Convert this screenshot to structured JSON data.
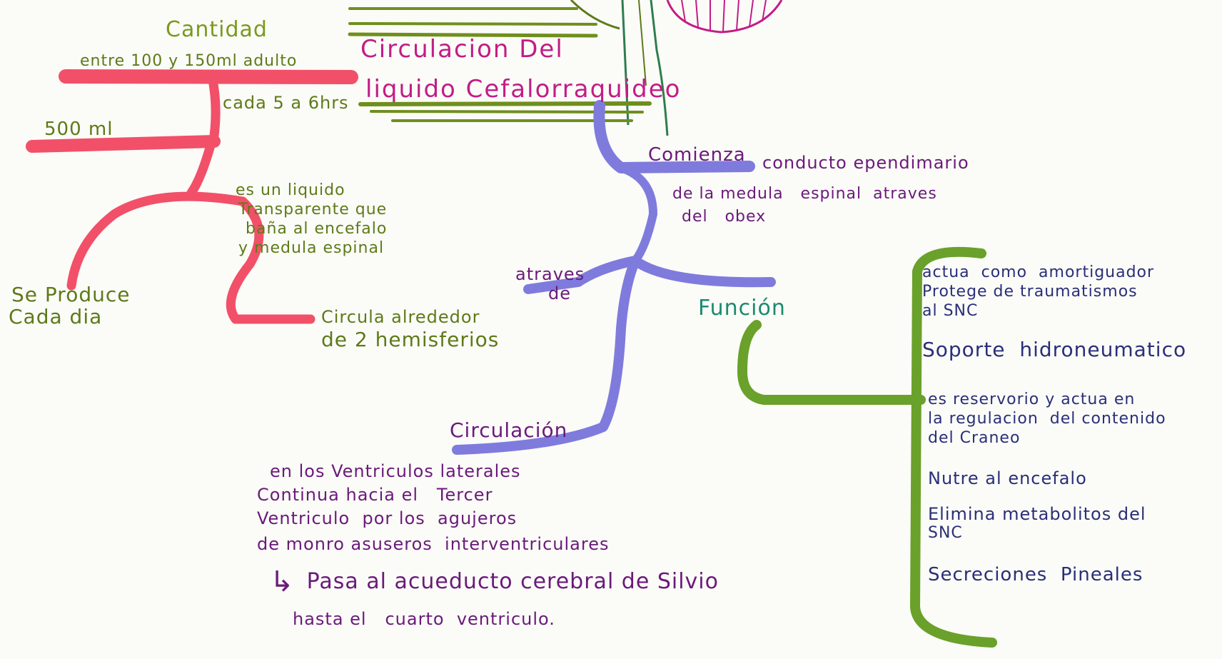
{
  "title": {
    "line1": "Circulacion Del",
    "line2": "liquido Cefalorraquideo"
  },
  "left_branch": {
    "cantidad": "Cantidad",
    "entre": "entre 100 y 150ml adulto",
    "cada": "cada 5 a 6hrs",
    "ml500": "500 ml",
    "liquido_lines": [
      "es un liquido",
      "Transparente que",
      "baña al encefalo",
      "y medula espinal"
    ],
    "se_produce_lines": [
      "Se Produce",
      "Cada dia"
    ],
    "circula_lines": [
      "Circula alrededor",
      "de 2 hemisferios"
    ]
  },
  "center_branch": {
    "comienza": "Comienza",
    "conducto": "conducto ependimario",
    "medula_line1": "de la medula   espinal  atraves",
    "medula_line2": "del   obex",
    "atraves_lines": [
      "atraves",
      "de"
    ],
    "funcion": "Función",
    "circulacion": "Circulación",
    "circ_lines": [
      "en los Ventriculos laterales",
      "Continua hacia el   Tercer",
      "Ventriculo  por los  agujeros",
      "de monro asuseros  interventriculares"
    ],
    "pasa": "Pasa al acueducto cerebral de Silvio",
    "pasa_arrow": "↳",
    "hasta": "hasta el   cuarto  ventriculo."
  },
  "funcion_items": {
    "item1_lines": [
      "actua  como  amortiguador",
      "Protege de traumatismos",
      "al SNC"
    ],
    "item2": "Soporte  hidroneumatico",
    "item3_lines": [
      "es reservorio y actua en",
      "la regulacion  del contenido",
      "del Craneo"
    ],
    "item4": "Nutre al encefalo",
    "item5_lines": [
      "Elimina metabolitos del",
      "SNC"
    ],
    "item6": "Secreciones  Pineales"
  },
  "colors": {
    "red": "#f25068",
    "olive": "#5e7a18",
    "green": "#6aa12a",
    "periwinkle": "#7f7bdd",
    "magenta": "#c21c86",
    "purple": "#6a1a7a",
    "navy": "#2a2f78",
    "teal": "#1a8b6f"
  }
}
